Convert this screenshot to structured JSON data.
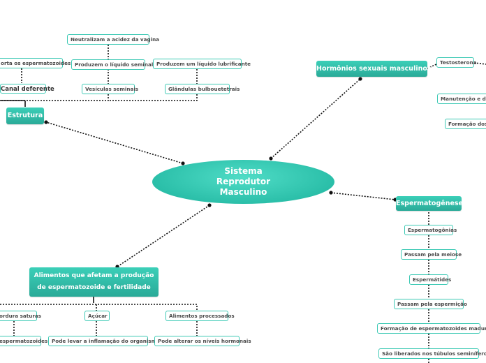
{
  "central_topic": "Sistema Reprodutor Masculino",
  "branches": {
    "estrutura": {
      "label": "Estrutura",
      "children": {
        "canal_deferente": "Canal deferente",
        "transporta": "orta os espermatozoides",
        "vesiculas": "Vesículas seminais",
        "produzem_liquido": "Produzem o líquido seminal",
        "neutralizam": "Neutralizam a acidez da vagina",
        "glandulas": "Glândulas bulbouetetrais",
        "lubrificante": "Produzem um líquido lubrificante"
      }
    },
    "hormonios": {
      "label": "Hormônios sexuais masculinos",
      "children": {
        "testosterona": "Testosterona",
        "manutencao": "Manutenção e des",
        "formacao": "Formação dos p"
      }
    },
    "espermatogenese": {
      "label": "Espermatogênese",
      "children": [
        "Espermatogônias",
        "Passam pela meiose",
        "Espermátides",
        "Passam pela espermição",
        "Formação de espermatozoides maduros",
        "São liberados nos túbulos seminíferos"
      ]
    },
    "alimentos": {
      "label": "Alimentos que afetam a produção de espermatozoide e fertilidade",
      "children": {
        "gordura": "ordura saturas",
        "gordura_effect": "espermatozoides",
        "acucar": "Açúcar",
        "acucar_effect": "Pode levar a inflamação do organismo",
        "processados": "Alimentos processados",
        "processados_effect": "Pode alterar os níveis hormonais"
      }
    }
  },
  "colors": {
    "accent": "#2bbfa9",
    "leaf_border": "#3cc9b4",
    "connector": "#111111"
  }
}
